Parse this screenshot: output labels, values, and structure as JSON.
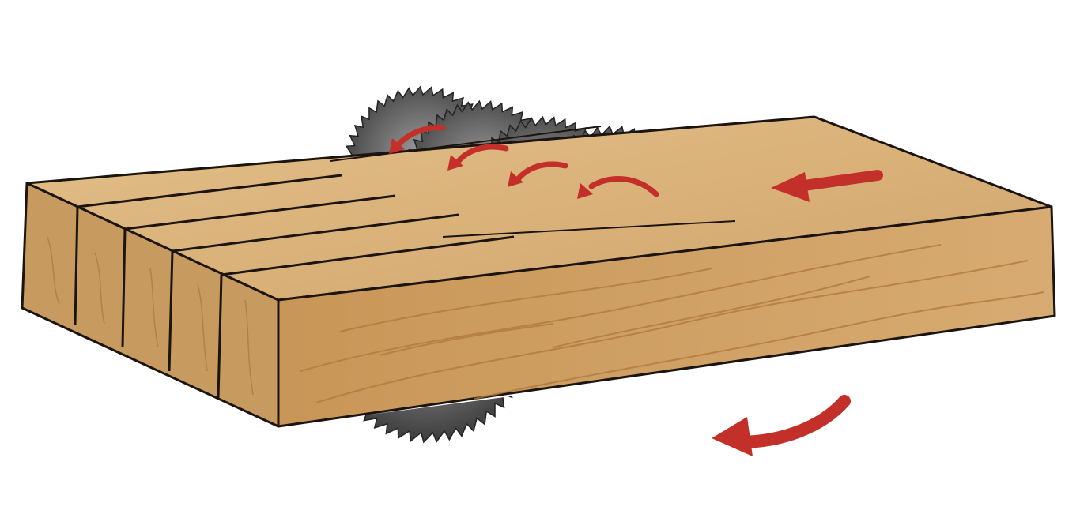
{
  "colors": {
    "background": "#ffffff",
    "wood_top": "#dcb37a",
    "wood_front": "#c9995c",
    "wood_end": "#c79a5f",
    "wood_grain": "#b07a3e",
    "outline": "#1b1410",
    "blade_dark": "#3a3a3a",
    "blade_mid": "#666666",
    "blade_light": "#a0a0a0",
    "arrow": "#c3302a"
  },
  "icons": {
    "blade": "circular-saw-blade-icon",
    "rotation": "rotation-arrow-icon",
    "feed": "feed-direction-arrow-icon"
  },
  "blades": [
    {
      "id": 1
    },
    {
      "id": 2
    },
    {
      "id": 3
    },
    {
      "id": 4
    }
  ]
}
